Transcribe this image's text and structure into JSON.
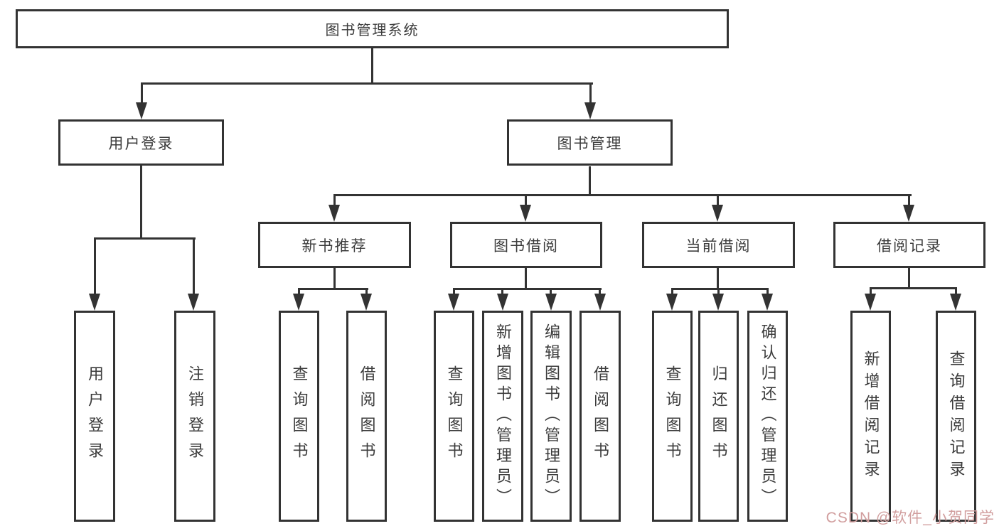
{
  "tree": {
    "root": {
      "label": "图书管理系统"
    },
    "user_branch": {
      "label": "用户登录",
      "children": [
        {
          "label": "用户登录"
        },
        {
          "label": "注销登录"
        }
      ]
    },
    "manage_branch": {
      "label": "图书管理",
      "modules": [
        {
          "label": "新书推荐",
          "children": [
            {
              "label": "查询图书"
            },
            {
              "label": "借阅图书"
            }
          ]
        },
        {
          "label": "图书借阅",
          "children": [
            {
              "label": "查询图书"
            },
            {
              "label": "新增图书（管理员）"
            },
            {
              "label": "编辑图书（管理员）"
            },
            {
              "label": "借阅图书"
            }
          ]
        },
        {
          "label": "当前借阅",
          "children": [
            {
              "label": "查询图书"
            },
            {
              "label": "归还图书"
            },
            {
              "label": "确认归还（管理员）"
            }
          ]
        },
        {
          "label": "借阅记录",
          "children": [
            {
              "label": "新增借阅记录"
            },
            {
              "label": "查询借阅记录"
            }
          ]
        }
      ]
    }
  },
  "watermark": {
    "text": "CSDN @软件_小贺同学",
    "color": "#d19e9e"
  },
  "colors": {
    "line": "#333333",
    "text": "#3c3c3c",
    "background": "#ffffff"
  }
}
